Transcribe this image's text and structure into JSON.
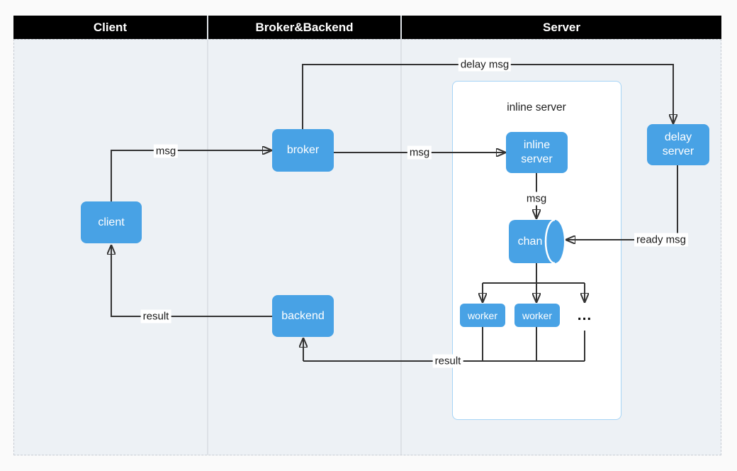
{
  "header": {
    "lanes": [
      {
        "label": "Client"
      },
      {
        "label": "Broker&Backend"
      },
      {
        "label": "Server"
      }
    ]
  },
  "group": {
    "title": "inline server"
  },
  "nodes": {
    "client": {
      "label": "client"
    },
    "broker": {
      "label": "broker"
    },
    "backend": {
      "label": "backend"
    },
    "inline_server": {
      "label": "inline server"
    },
    "chan": {
      "label": "chan"
    },
    "worker_1": {
      "label": "worker"
    },
    "worker_2": {
      "label": "worker"
    },
    "more_workers": {
      "label": "..."
    },
    "delay_server": {
      "label": "delay server"
    }
  },
  "edges": {
    "client_to_broker": {
      "label": "msg"
    },
    "broker_to_delay_server": {
      "label": "delay msg"
    },
    "broker_to_inline_server": {
      "label": "msg"
    },
    "inline_server_to_chan": {
      "label": "msg"
    },
    "delay_server_to_chan": {
      "label": "ready msg"
    },
    "workers_to_backend": {
      "label": "result"
    },
    "backend_to_client": {
      "label": "result"
    }
  },
  "colors": {
    "node_fill": "#48a2e5",
    "node_text": "#ffffff",
    "lane_header_bg": "#000000",
    "lane_header_text": "#ffffff",
    "lane_fill": "#edf1f5",
    "group_fill": "#ffffff",
    "group_border": "#a6d4f6",
    "wire": "#333333",
    "label_text": "#1a1a1a",
    "canvas_bg": "#fafafa"
  }
}
